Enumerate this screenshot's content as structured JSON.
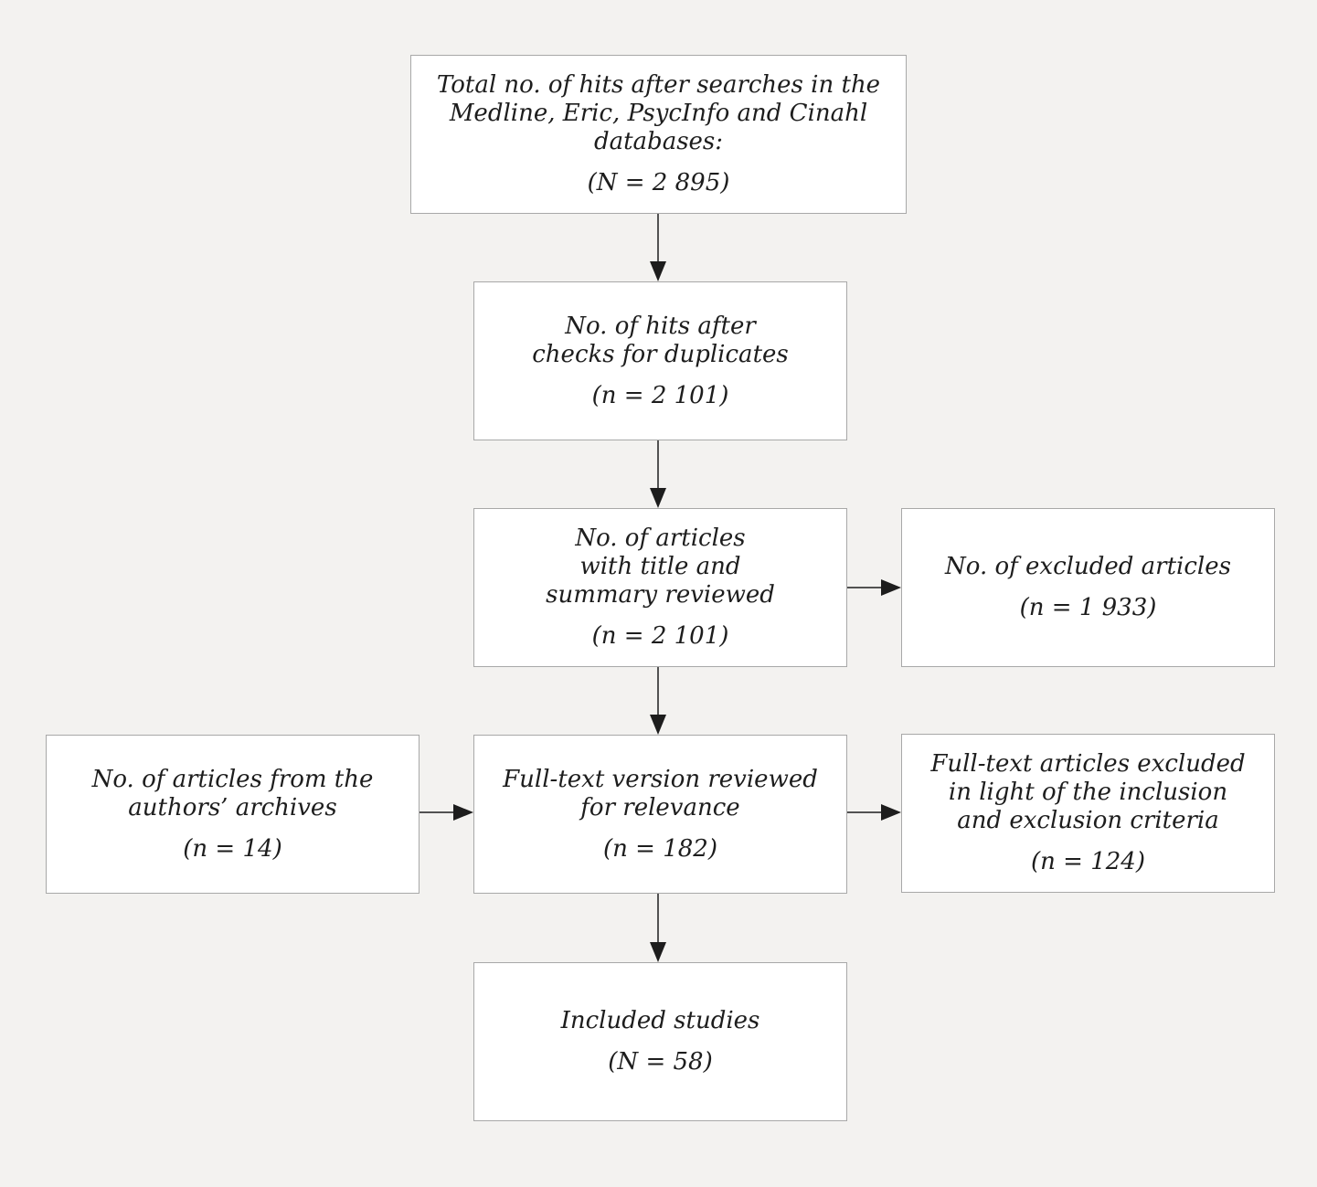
{
  "boxes": {
    "search_hits": {
      "label": "Total no. of hits after searches in the\nMedline, Eric, PsycInfo and Cinahl databases:",
      "count": "(N = 2 895)"
    },
    "after_duplicates": {
      "label": "No. of hits after\nchecks for duplicates",
      "count": "(n = 2 101)"
    },
    "title_summary_reviewed": {
      "label": "No. of articles\nwith title and\nsummary reviewed",
      "count": "(n = 2 101)"
    },
    "excluded_articles": {
      "label": "No. of excluded articles",
      "count": "(n = 1 933)"
    },
    "authors_archives": {
      "label": "No. of articles from the\nauthors’ archives",
      "count": "(n = 14)"
    },
    "full_text_reviewed": {
      "label": "Full-text version reviewed\nfor relevance",
      "count": "(n = 182)"
    },
    "full_text_excluded": {
      "label": "Full-text articles excluded\nin light of the inclusion\nand exclusion criteria",
      "count": "(n = 124)"
    },
    "included_studies": {
      "label": "Included studies",
      "count": "(N = 58)"
    }
  }
}
